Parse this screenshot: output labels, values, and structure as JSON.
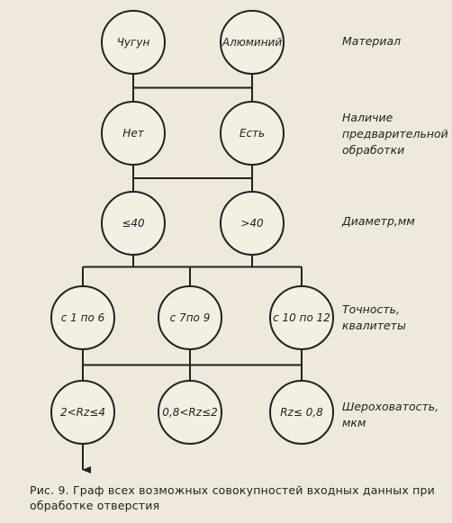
{
  "diagram": {
    "levels": [
      {
        "label_lines": [
          "Материал"
        ],
        "nodes": [
          "Чугун",
          "Алюминий"
        ]
      },
      {
        "label_lines": [
          "Наличие",
          "предварительной",
          "обработки"
        ],
        "nodes": [
          "Нет",
          "Есть"
        ]
      },
      {
        "label_lines": [
          "Диаметр,мм"
        ],
        "nodes": [
          "≤40",
          ">40"
        ]
      },
      {
        "label_lines": [
          "Точность,",
          "квалитеты"
        ],
        "nodes": [
          "с 1 по 6",
          "с 7по 9",
          "с 10 по 12"
        ]
      },
      {
        "label_lines": [
          "Шероховатость,",
          "мкм"
        ],
        "nodes": [
          "2<Rz≤4",
          "0,8<Rz≤2",
          "Rz≤ 0,8"
        ]
      }
    ]
  },
  "caption": "Рис. 9. Граф всех возможных совокупностей входных данных при обработке отверстия"
}
